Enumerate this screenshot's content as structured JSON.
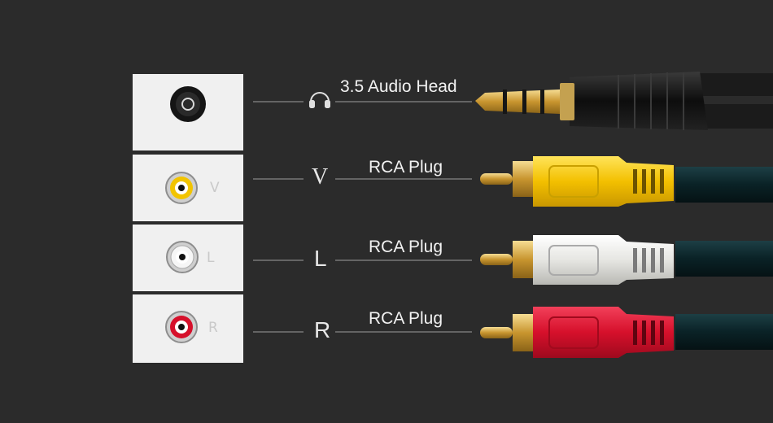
{
  "connectors": [
    {
      "id": "audio",
      "label": "3.5 Audio Head",
      "icon": "headphones-icon"
    },
    {
      "id": "video",
      "port_letter": "V",
      "line_letter": "V",
      "label": "RCA Plug",
      "color": "#f5c400"
    },
    {
      "id": "left",
      "port_letter": "L",
      "line_letter": "L",
      "label": "RCA Plug",
      "color": "#e6e6e2"
    },
    {
      "id": "right",
      "port_letter": "R",
      "line_letter": "R",
      "label": "RCA Plug",
      "color": "#d6102b"
    }
  ],
  "colors": {
    "background": "#2b2b2b",
    "panel": "#f0f0f0",
    "gold": "#d8b35a",
    "cable": "#0f2a2e",
    "jack_black": "#111111"
  }
}
